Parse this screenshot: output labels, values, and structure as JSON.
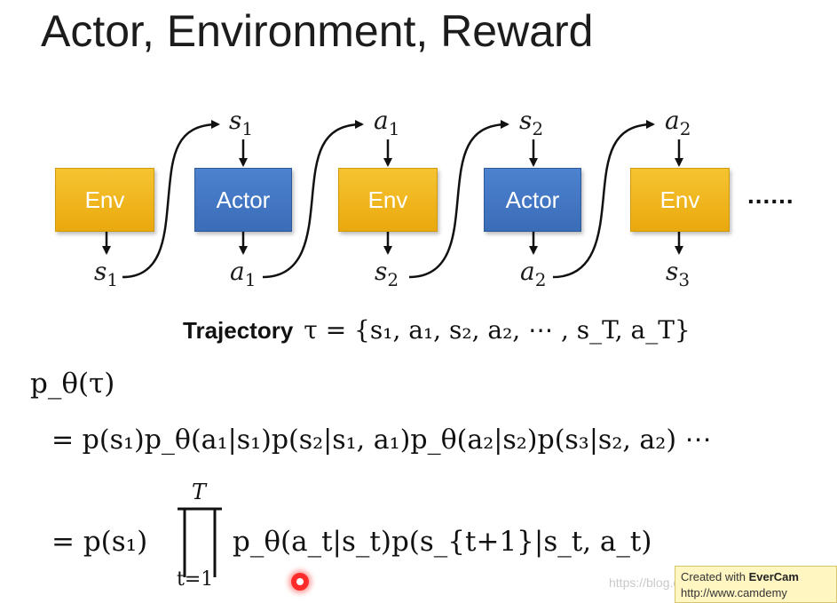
{
  "title": "Actor, Environment, Reward",
  "boxes": [
    "Env",
    "Actor",
    "Env",
    "Actor",
    "Env"
  ],
  "ellipsis": "......",
  "vars_top": [
    {
      "sym": "s",
      "sub": "1"
    },
    {
      "sym": "a",
      "sub": "1"
    },
    {
      "sym": "s",
      "sub": "2"
    },
    {
      "sym": "a",
      "sub": "2"
    }
  ],
  "vars_bottom": [
    {
      "sym": "s",
      "sub": "1"
    },
    {
      "sym": "a",
      "sub": "1"
    },
    {
      "sym": "s",
      "sub": "2"
    },
    {
      "sym": "a",
      "sub": "2"
    },
    {
      "sym": "s",
      "sub": "3"
    }
  ],
  "trajectory": {
    "label": "Trajectory",
    "formula": "τ = {s₁, a₁, s₂, a₂, ⋯ , s_T, a_T}"
  },
  "equations": {
    "lhs": "p_θ(τ)",
    "line1": "= p(s₁)p_θ(a₁|s₁)p(s₂|s₁, a₁)p_θ(a₂|s₂)p(s₃|s₂, a₂) ⋯",
    "line2_prefix": "= p(s₁)",
    "product_upper": "T",
    "product_lower": "t=1",
    "line2_suffix": "p_θ(a_t|s_t)p(s_{t+1}|s_t, a_t)"
  },
  "overlay": {
    "watermark": "https://blog.csdn.net/...",
    "stamp_line1_prefix": "Created with ",
    "stamp_line1_brand": "EverCam",
    "stamp_line2": "http://www.camdemy"
  }
}
